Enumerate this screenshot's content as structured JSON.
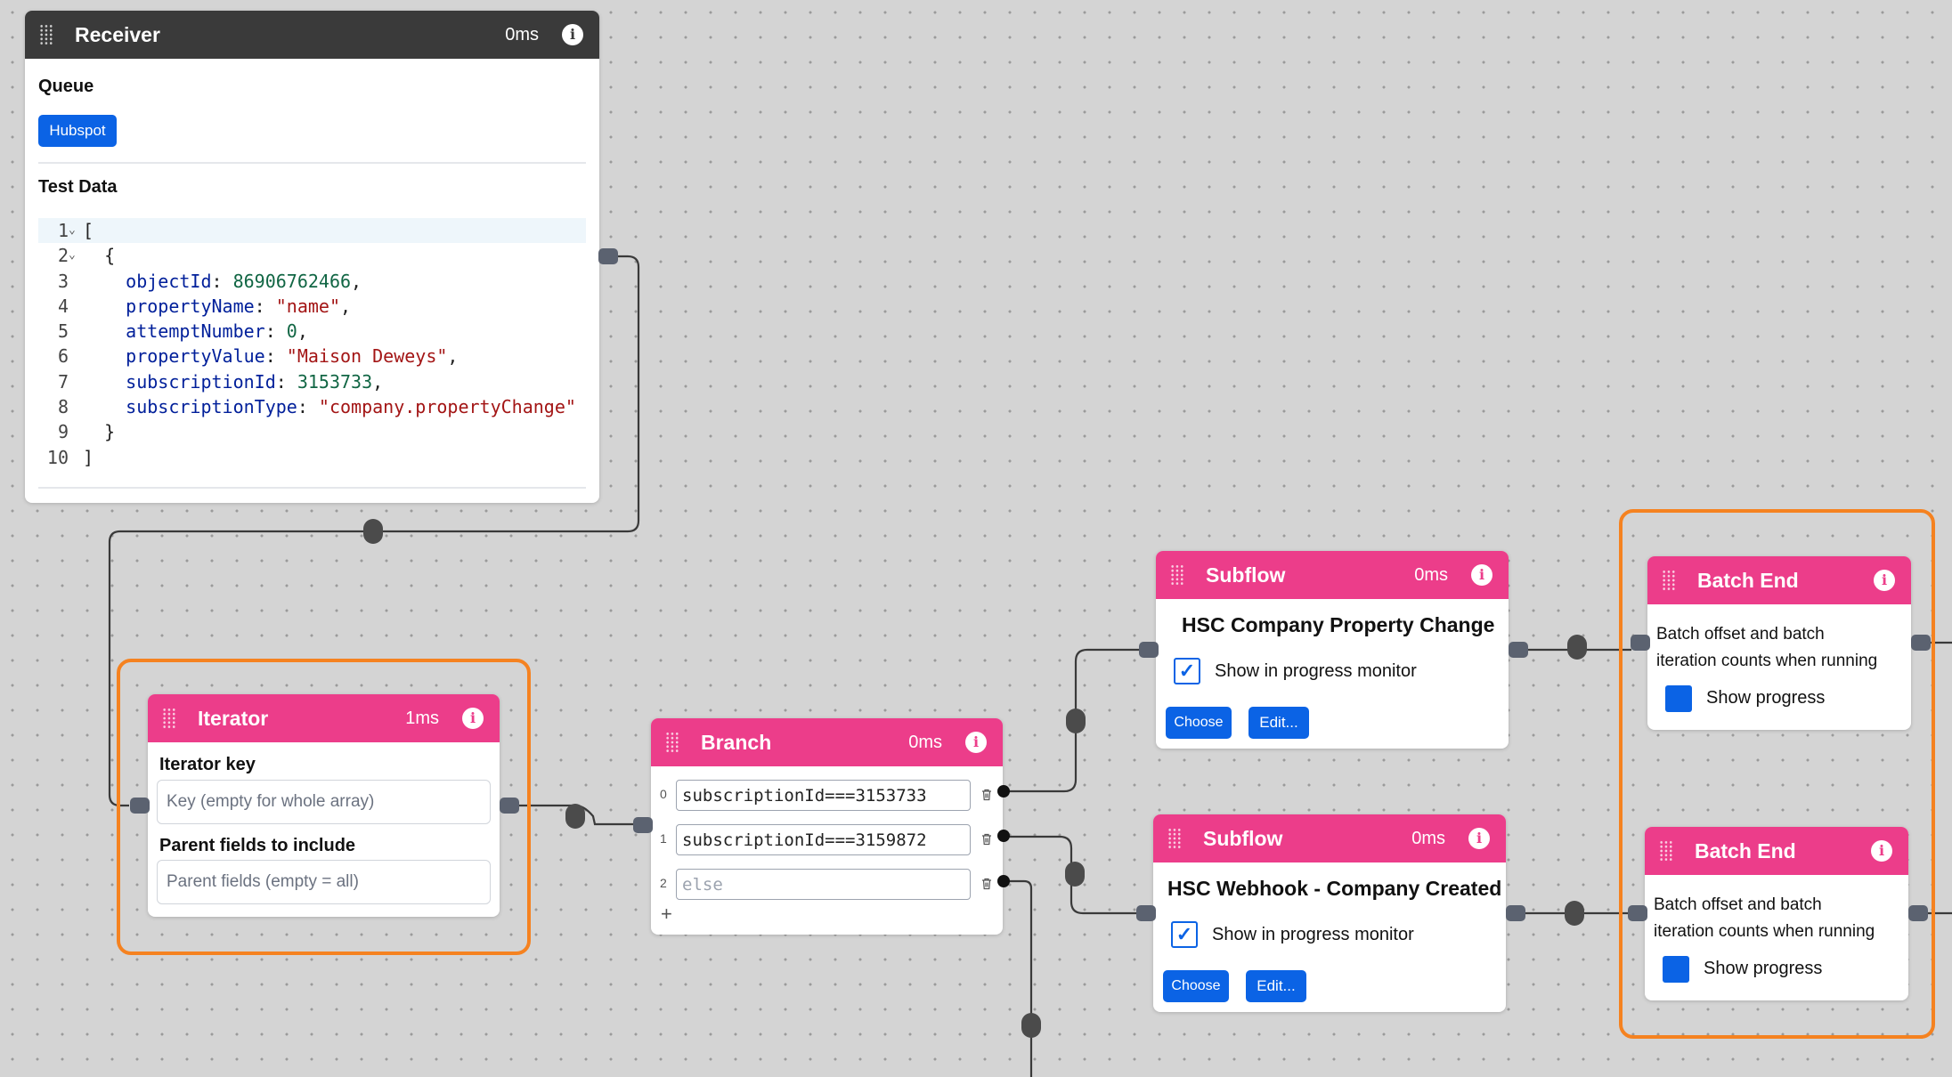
{
  "receiver": {
    "title": "Receiver",
    "time": "0ms",
    "queue_label": "Queue",
    "queue_button": "Hubspot",
    "test_data_label": "Test Data",
    "code_lines": [
      {
        "num": "1",
        "fold": "⌄",
        "parts": [
          {
            "cls": "ct",
            "text": "["
          }
        ]
      },
      {
        "num": "2",
        "fold": "⌄",
        "parts": [
          {
            "cls": "ct",
            "text": "  {"
          }
        ]
      },
      {
        "num": "3",
        "fold": "",
        "parts": [
          {
            "cls": "k",
            "text": "    objectId"
          },
          {
            "cls": "ct",
            "text": ": "
          },
          {
            "cls": "n",
            "text": "86906762466"
          },
          {
            "cls": "ct",
            "text": ","
          }
        ]
      },
      {
        "num": "4",
        "fold": "",
        "parts": [
          {
            "cls": "k",
            "text": "    propertyName"
          },
          {
            "cls": "ct",
            "text": ": "
          },
          {
            "cls": "s",
            "text": "\"name\""
          },
          {
            "cls": "ct",
            "text": ","
          }
        ]
      },
      {
        "num": "5",
        "fold": "",
        "parts": [
          {
            "cls": "k",
            "text": "    attemptNumber"
          },
          {
            "cls": "ct",
            "text": ": "
          },
          {
            "cls": "n",
            "text": "0"
          },
          {
            "cls": "ct",
            "text": ","
          }
        ]
      },
      {
        "num": "6",
        "fold": "",
        "parts": [
          {
            "cls": "k",
            "text": "    propertyValue"
          },
          {
            "cls": "ct",
            "text": ": "
          },
          {
            "cls": "s",
            "text": "\"Maison Deweys\""
          },
          {
            "cls": "ct",
            "text": ","
          }
        ]
      },
      {
        "num": "7",
        "fold": "",
        "parts": [
          {
            "cls": "k",
            "text": "    subscriptionId"
          },
          {
            "cls": "ct",
            "text": ": "
          },
          {
            "cls": "n",
            "text": "3153733"
          },
          {
            "cls": "ct",
            "text": ","
          }
        ]
      },
      {
        "num": "8",
        "fold": "",
        "parts": [
          {
            "cls": "k",
            "text": "    subscriptionType"
          },
          {
            "cls": "ct",
            "text": ": "
          },
          {
            "cls": "s",
            "text": "\"company.propertyChange\""
          }
        ]
      },
      {
        "num": "9",
        "fold": "",
        "parts": [
          {
            "cls": "ct",
            "text": "  }"
          }
        ]
      },
      {
        "num": "10",
        "fold": "",
        "parts": [
          {
            "cls": "ct",
            "text": "]"
          }
        ]
      }
    ]
  },
  "iterator": {
    "title": "Iterator",
    "time": "1ms",
    "key_label": "Iterator key",
    "key_placeholder": "Key (empty for whole array)",
    "parent_label": "Parent fields to include",
    "parent_placeholder": "Parent fields (empty = all)"
  },
  "branch": {
    "title": "Branch",
    "time": "0ms",
    "rows": [
      {
        "index": "0",
        "value": "subscriptionId===3153733"
      },
      {
        "index": "1",
        "value": "subscriptionId===3159872"
      },
      {
        "index": "2",
        "placeholder": "else"
      }
    ],
    "add": "+"
  },
  "subflow1": {
    "title": "Subflow",
    "time": "0ms",
    "name": "HSC Company Property Change",
    "checkbox_label": "Show in progress monitor",
    "choose": "Choose",
    "edit": "Edit..."
  },
  "subflow2": {
    "title": "Subflow",
    "time": "0ms",
    "name": "HSC Webhook - Company Created",
    "checkbox_label": "Show in progress monitor",
    "choose": "Choose",
    "edit": "Edit..."
  },
  "batch1": {
    "title": "Batch End",
    "desc1": "Batch offset and batch",
    "desc2": "iteration counts when running",
    "checkbox_label": "Show progress"
  },
  "batch2": {
    "title": "Batch End",
    "desc1": "Batch offset and batch",
    "desc2": "iteration counts when running",
    "checkbox_label": "Show progress"
  },
  "colors": {
    "header_dark": "#3a3a3a",
    "header_pink": "#ec3d8a",
    "accent_blue": "#0b63e5",
    "highlight_orange": "#f58220",
    "canvas": "#d4d4d4"
  }
}
